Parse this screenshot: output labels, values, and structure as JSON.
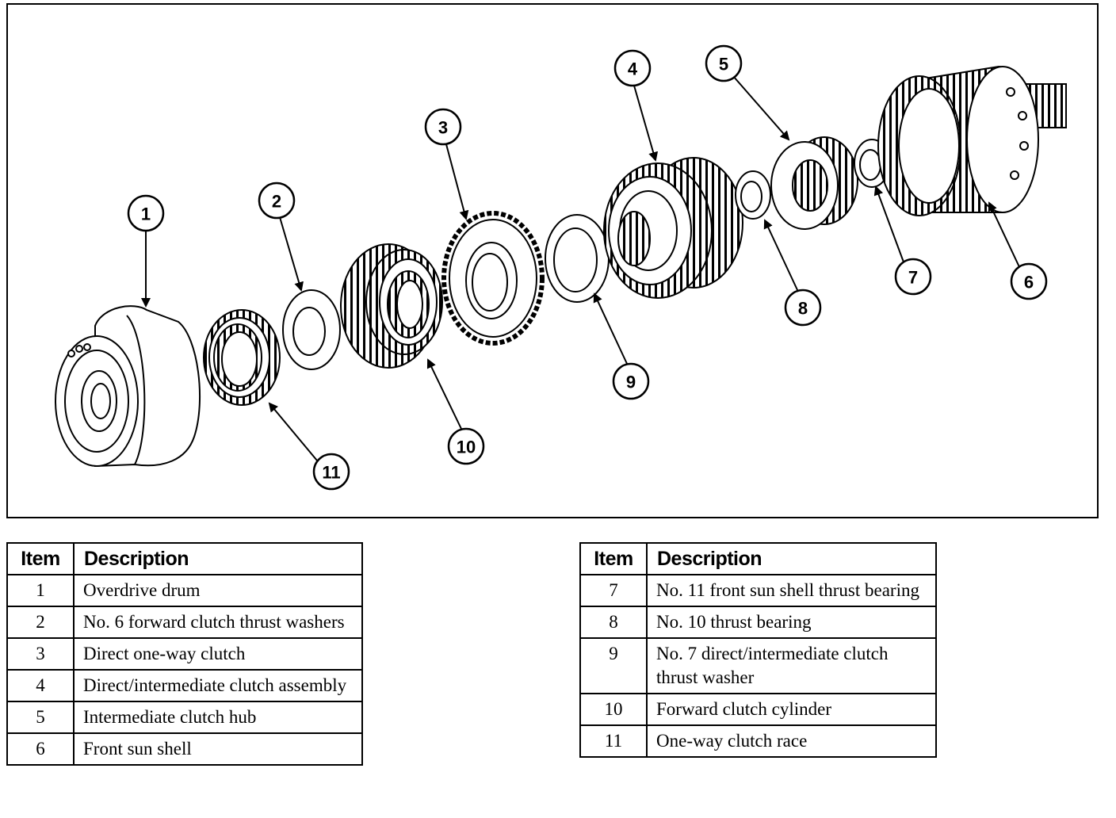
{
  "figure": {
    "callouts": [
      {
        "id": "1",
        "label": "1"
      },
      {
        "id": "2",
        "label": "2"
      },
      {
        "id": "3",
        "label": "3"
      },
      {
        "id": "4",
        "label": "4"
      },
      {
        "id": "5",
        "label": "5"
      },
      {
        "id": "6",
        "label": "6"
      },
      {
        "id": "7",
        "label": "7"
      },
      {
        "id": "8",
        "label": "8"
      },
      {
        "id": "9",
        "label": "9"
      },
      {
        "id": "10",
        "label": "10"
      },
      {
        "id": "11",
        "label": "11"
      }
    ]
  },
  "legend": {
    "header_item": "Item",
    "header_description": "Description",
    "left_rows": [
      {
        "item": "1",
        "description": "Overdrive drum"
      },
      {
        "item": "2",
        "description": "No. 6 forward clutch thrust washers"
      },
      {
        "item": "3",
        "description": "Direct one-way clutch"
      },
      {
        "item": "4",
        "description": "Direct/intermediate clutch assembly"
      },
      {
        "item": "5",
        "description": "Intermediate clutch hub"
      },
      {
        "item": "6",
        "description": "Front sun shell"
      }
    ],
    "right_rows": [
      {
        "item": "7",
        "description": "No. 11 front sun shell thrust bearing"
      },
      {
        "item": "8",
        "description": "No. 10 thrust bearing"
      },
      {
        "item": "9",
        "description": "No. 7 direct/intermediate clutch thrust washer"
      },
      {
        "item": "10",
        "description": "Forward clutch cylinder"
      },
      {
        "item": "11",
        "description": "One-way clutch race"
      }
    ]
  }
}
